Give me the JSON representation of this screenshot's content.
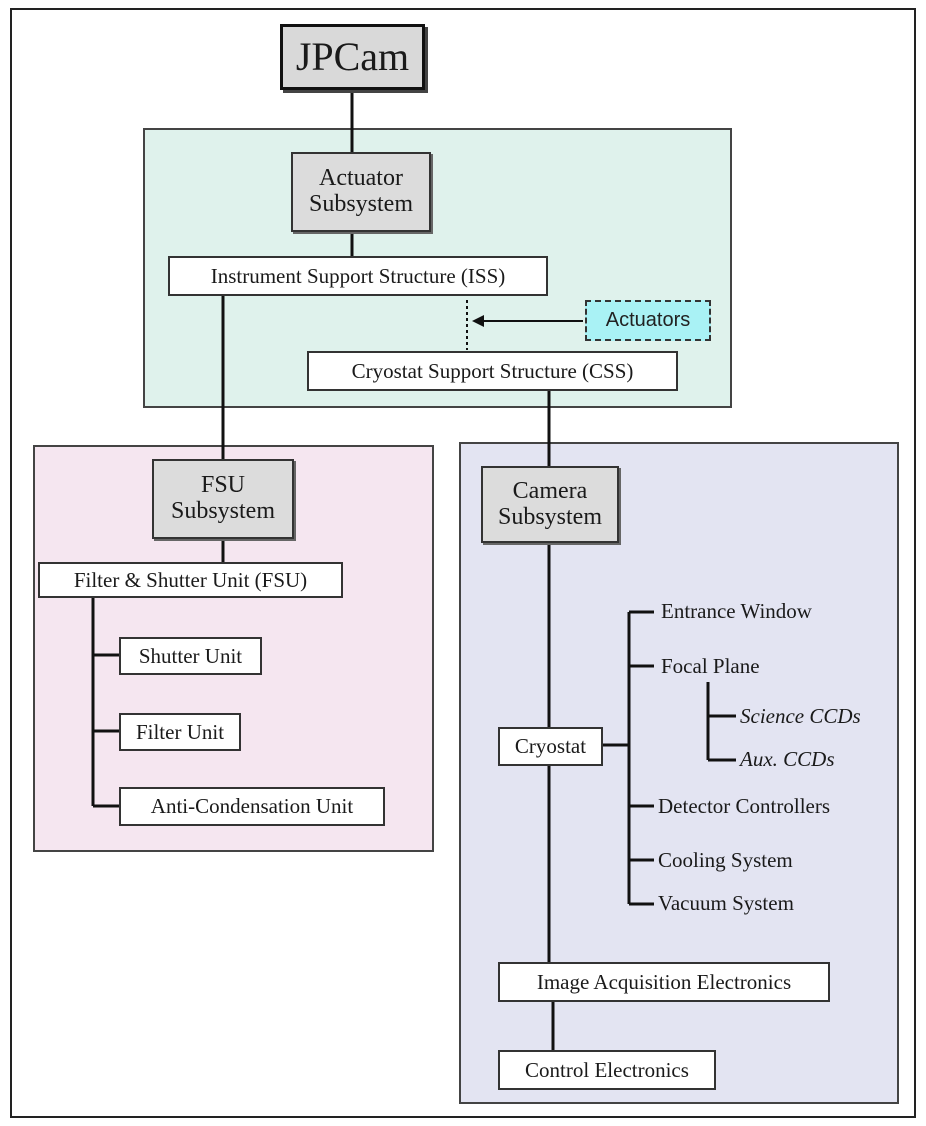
{
  "diagram": {
    "root": "JPCam",
    "actuator_subsystem": {
      "title": [
        "Actuator",
        "Subsystem"
      ],
      "fill": "#dff2ec",
      "iss": "Instrument Support Structure (ISS)",
      "css": "Cryostat Support Structure (CSS)",
      "actuators": "Actuators",
      "actuators_fill": "#a9f2f5"
    },
    "fsu_subsystem": {
      "title": [
        "FSU",
        "Subsystem"
      ],
      "fill": "#f5e6f0",
      "fsu": "Filter & Shutter Unit (FSU)",
      "children": [
        "Shutter Unit",
        "Filter Unit",
        "Anti-Condensation Unit"
      ]
    },
    "camera_subsystem": {
      "title": [
        "Camera",
        "Subsystem"
      ],
      "fill": "#e3e4f2",
      "cryostat": "Cryostat",
      "cryostat_children": [
        "Entrance Window",
        "Focal Plane",
        "Detector Controllers",
        "Cooling System",
        "Vacuum System"
      ],
      "focal_plane_children": [
        "Science CCDs",
        "Aux. CCDs"
      ],
      "image_acquisition": "Image Acquisition Electronics",
      "control": "Control Electronics"
    }
  }
}
